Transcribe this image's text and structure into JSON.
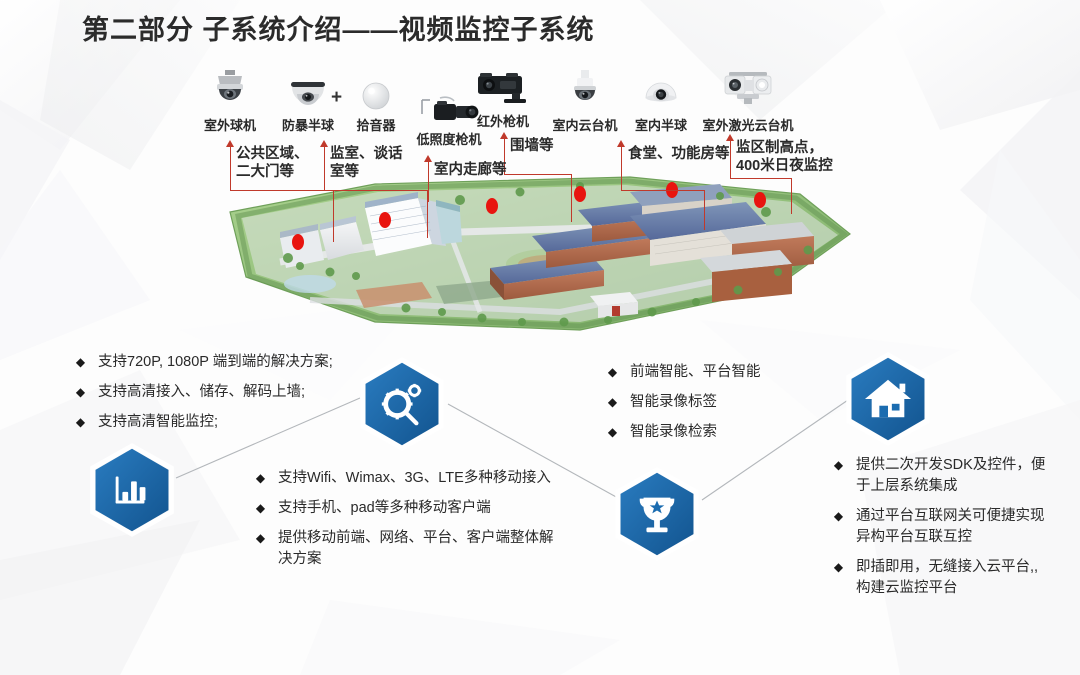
{
  "slide": {
    "title": "第二部分 子系统介绍——视频监控子系统",
    "accent_color": "#1b6cb0",
    "accent_dark": "#14558c",
    "callout_color": "#c0392b",
    "marker_color": "#e8140f",
    "background_color": "#fdfdfd"
  },
  "cameras": [
    {
      "label": "室外球机",
      "icon": "ptz-dome-camera-icon"
    },
    {
      "label": "防暴半球",
      "icon": "vandal-dome-camera-icon"
    },
    {
      "label": "拾音器",
      "icon": "microphone-pickup-icon"
    },
    {
      "label": "低照度枪机",
      "icon": "low-light-box-camera-icon"
    },
    {
      "label": "红外枪机",
      "icon": "infrared-bullet-camera-icon"
    },
    {
      "label": "室内云台机",
      "icon": "indoor-ptz-camera-icon"
    },
    {
      "label": "室内半球",
      "icon": "indoor-dome-camera-icon"
    },
    {
      "label": "室外激光云台机",
      "icon": "outdoor-laser-ptz-camera-icon"
    }
  ],
  "camera_plus_symbol": "+",
  "callouts": [
    {
      "lines": [
        "公共区域、",
        "二大门等"
      ]
    },
    {
      "lines": [
        "监室、谈话",
        "室等"
      ]
    },
    {
      "lines": [
        "室内走廊等"
      ]
    },
    {
      "lines": [
        "围墙等"
      ]
    },
    {
      "lines": [
        "食堂、功能房等"
      ]
    },
    {
      "lines": [
        "监区制高点，",
        "400米日夜监控"
      ]
    }
  ],
  "bullet_symbol": "◆",
  "nodes": [
    {
      "icon": "bar-chart-icon",
      "bullets": [
        {
          "lines": [
            "支持720P, 1080P 端到端的解决方案;"
          ]
        },
        {
          "lines": [
            "支持高清接入、储存、解码上墙;"
          ]
        },
        {
          "lines": [
            "支持高清智能监控;"
          ]
        }
      ]
    },
    {
      "icon": "gear-search-icon",
      "bullets": [
        {
          "lines": [
            "支持Wifi、Wimax、3G、LTE多种移动接入"
          ]
        },
        {
          "lines": [
            "支持手机、pad等多种移动客户端"
          ]
        },
        {
          "lines": [
            "提供移动前端、网络、平台、客户端整体解",
            "决方案"
          ]
        }
      ]
    },
    {
      "icon": "trophy-icon",
      "bullets": [
        {
          "lines": [
            "前端智能、平台智能"
          ]
        },
        {
          "lines": [
            "智能录像标签"
          ]
        },
        {
          "lines": [
            "智能录像检索"
          ]
        }
      ]
    },
    {
      "icon": "house-icon",
      "bullets": [
        {
          "lines": [
            "提供二次开发SDK及控件，便",
            "于上层系统集成"
          ]
        },
        {
          "lines": [
            "通过平台互联网关可便捷实现",
            "异构平台互联互控"
          ]
        },
        {
          "lines": [
            "即插即用，无缝接入云平台,,",
            "构建云监控平台"
          ]
        }
      ]
    }
  ],
  "map": {
    "name": "campus-aerial-map",
    "marker_count": 6
  }
}
